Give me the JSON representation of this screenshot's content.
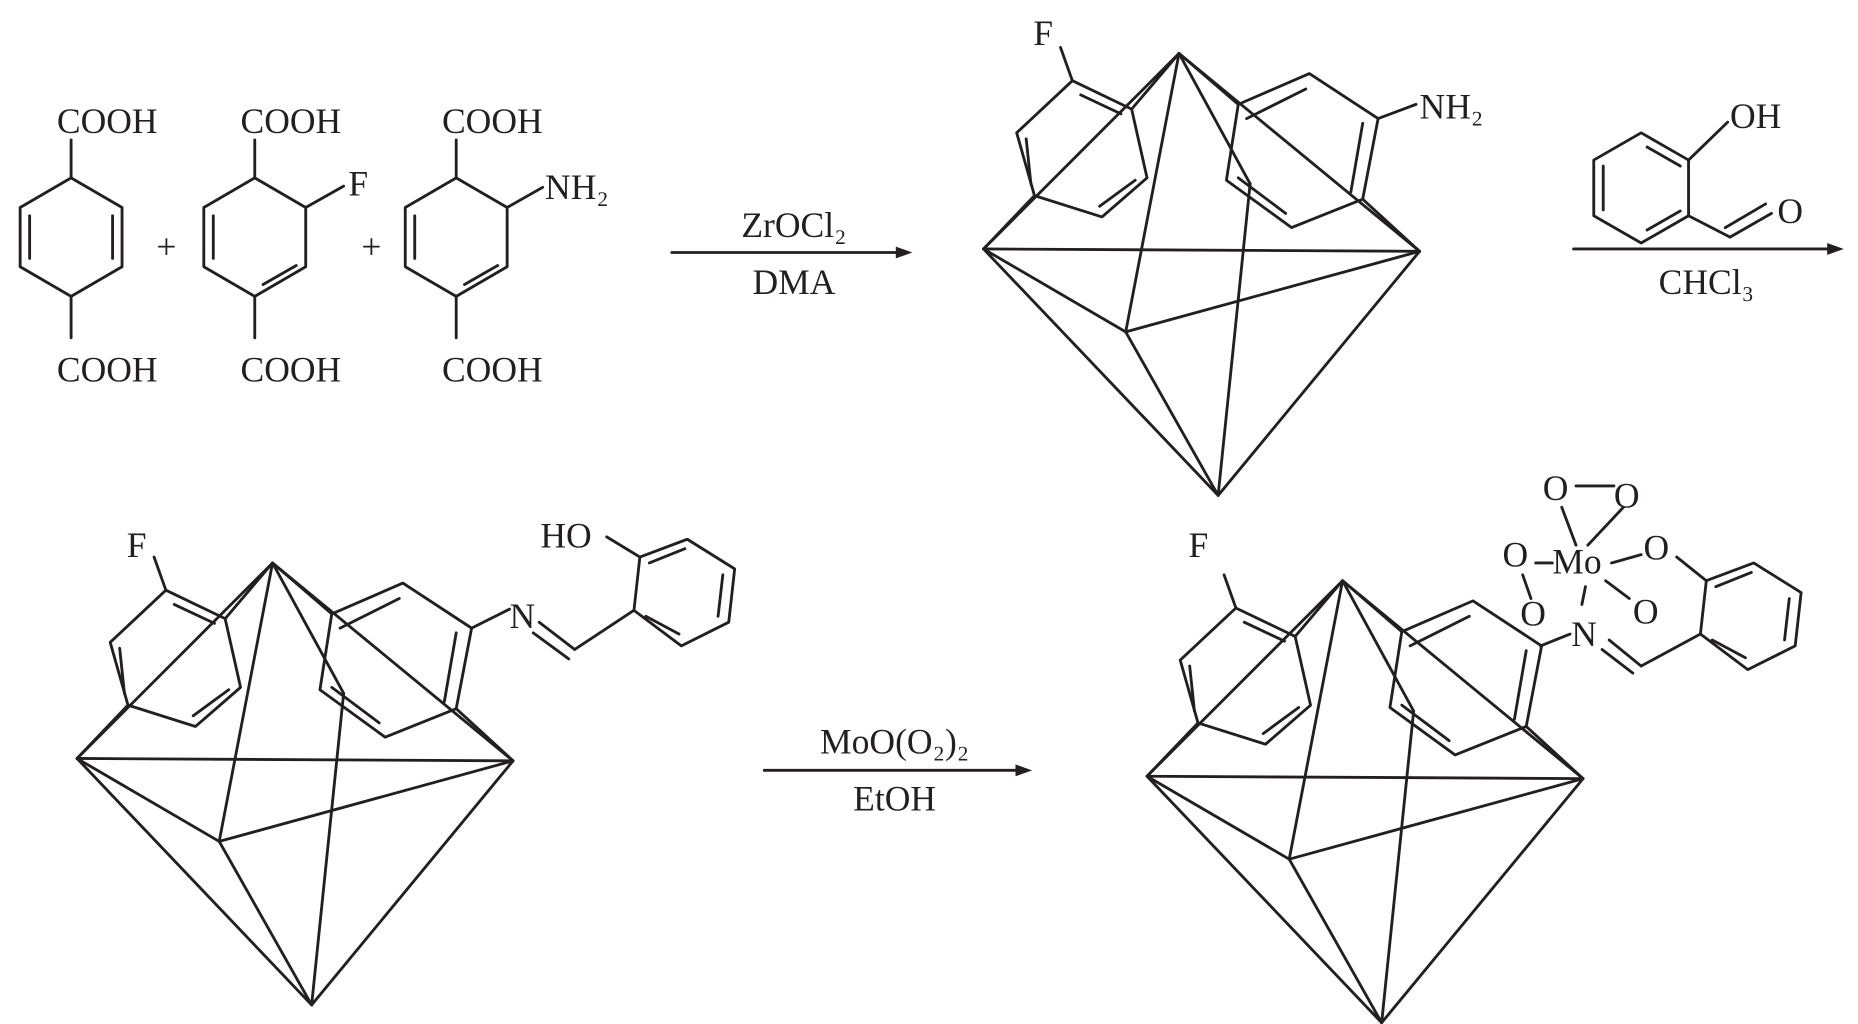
{
  "reactants": {
    "r1": {
      "top": "COOH",
      "bottom": "COOH"
    },
    "r2": {
      "top": "COOH",
      "bottom": "COOH",
      "sub": "F"
    },
    "r3": {
      "top": "COOH",
      "bottom": "COOH",
      "sub": "NH₂"
    },
    "plus": "+"
  },
  "step1": {
    "reagent": "ZrOCl₂",
    "solvent": "DMA"
  },
  "mof_amino": {
    "f": "F",
    "amine": "NH₂"
  },
  "step2": {
    "aldehyde_oh": "OH",
    "aldehyde_o": "O",
    "solvent": "CHCl₃"
  },
  "mof_imine": {
    "f": "F",
    "ho": "HO",
    "n": "N"
  },
  "step3": {
    "reagent": "MoO(O₂)₂",
    "solvent": "EtOH"
  },
  "mof_mo": {
    "f": "F",
    "o": "O",
    "mo": "Mo",
    "n": "N"
  }
}
